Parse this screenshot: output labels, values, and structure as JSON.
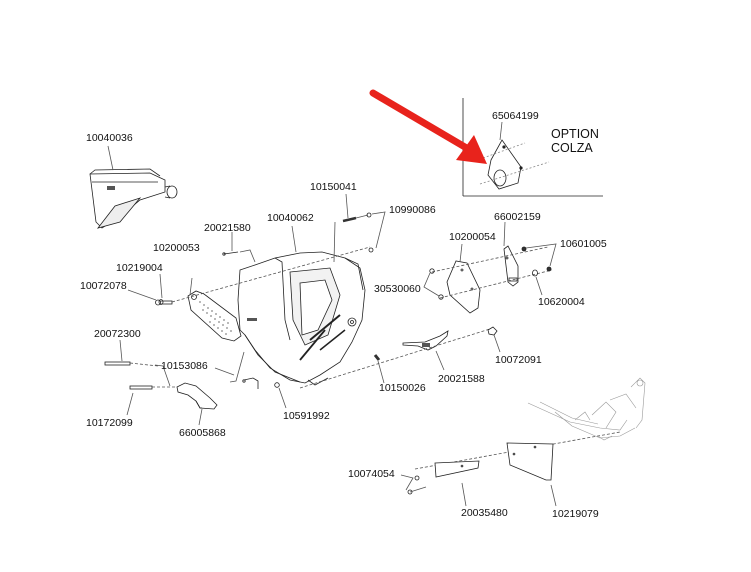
{
  "option_box": {
    "title_line1": "OPTION",
    "title_line2": "COLZA",
    "part": "65064199"
  },
  "callout_arrow_color": "#e8231c",
  "parts": [
    {
      "id": "p10040036",
      "number": "10040036"
    },
    {
      "id": "p10150041",
      "number": "10150041"
    },
    {
      "id": "p10990086",
      "number": "10990086"
    },
    {
      "id": "p20021580",
      "number": "20021580"
    },
    {
      "id": "p10040062",
      "number": "10040062"
    },
    {
      "id": "p10200053",
      "number": "10200053"
    },
    {
      "id": "p10219004",
      "number": "10219004"
    },
    {
      "id": "p10072078",
      "number": "10072078"
    },
    {
      "id": "p66002159",
      "number": "66002159"
    },
    {
      "id": "p10200054",
      "number": "10200054"
    },
    {
      "id": "p10601005",
      "number": "10601005"
    },
    {
      "id": "p30530060",
      "number": "30530060"
    },
    {
      "id": "p10620004",
      "number": "10620004"
    },
    {
      "id": "p20072300",
      "number": "20072300"
    },
    {
      "id": "p10153086",
      "number": "10153086"
    },
    {
      "id": "p10072091",
      "number": "10072091"
    },
    {
      "id": "p20021588",
      "number": "20021588"
    },
    {
      "id": "p10150026",
      "number": "10150026"
    },
    {
      "id": "p10172099",
      "number": "10172099"
    },
    {
      "id": "p66005868",
      "number": "66005868"
    },
    {
      "id": "p10591992",
      "number": "10591992"
    },
    {
      "id": "p10074054",
      "number": "10074054"
    },
    {
      "id": "p20035480",
      "number": "20035480"
    },
    {
      "id": "p10219079",
      "number": "10219079"
    }
  ]
}
